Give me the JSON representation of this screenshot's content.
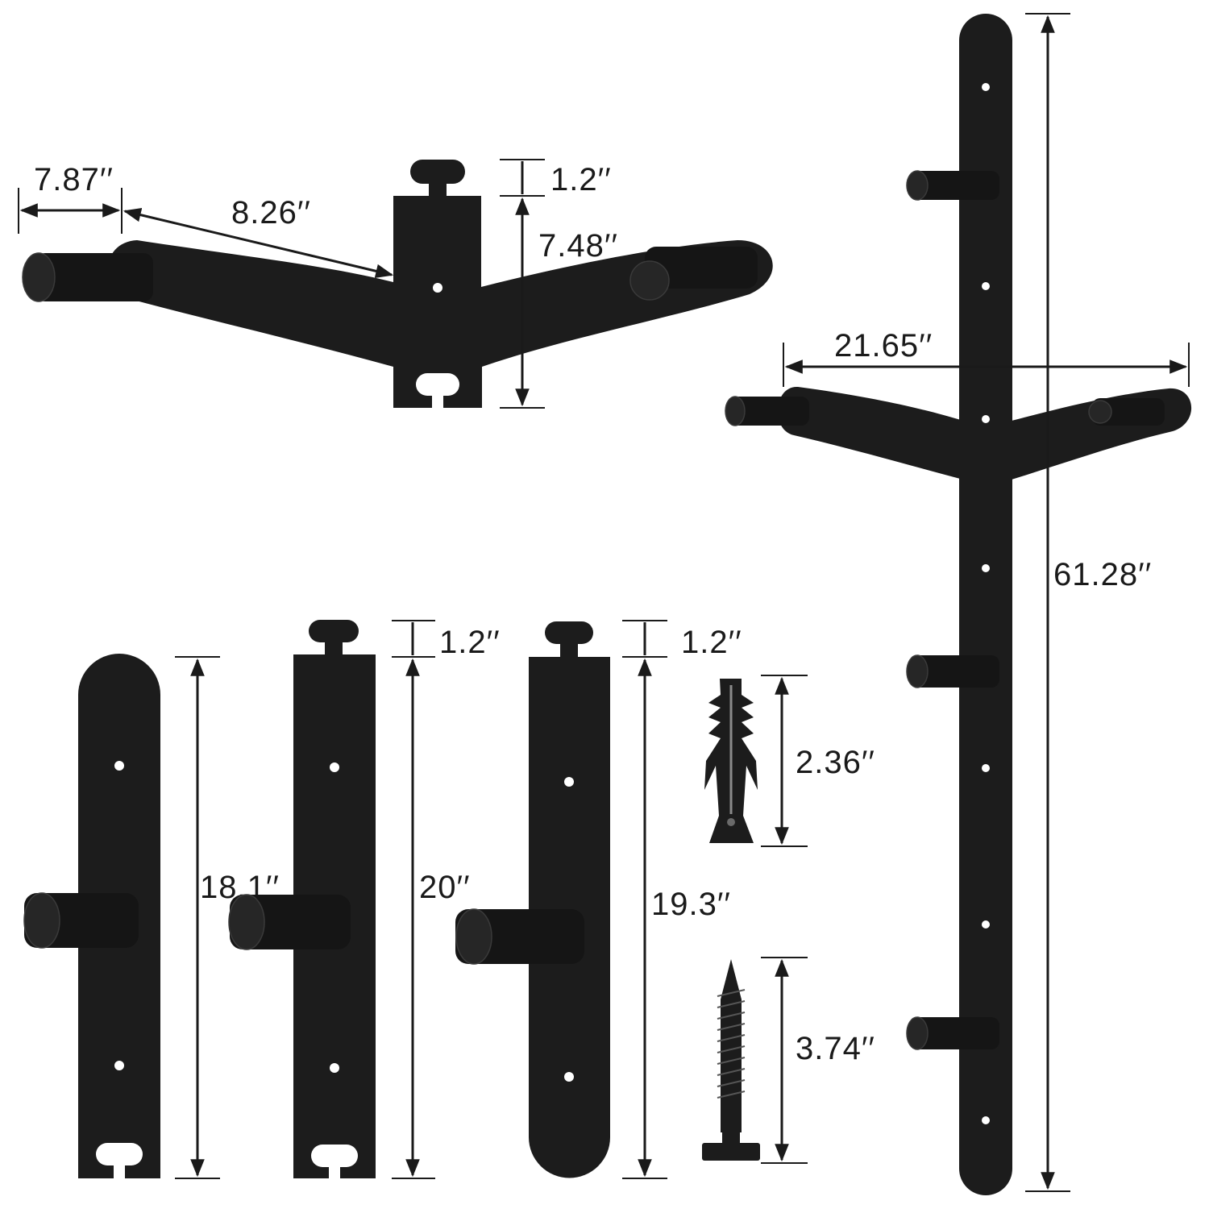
{
  "labels": {
    "arm_peg_length": "7.87′′",
    "arm_length": "8.26′′",
    "arm_tab_height": "1.2′′",
    "arm_height": "7.48′′",
    "total_width": "21.65′′",
    "total_height": "61.28′′",
    "top_section_height": "18.1′′",
    "middle_tab_height": "1.2′′",
    "middle_section_height": "20′′",
    "bottom_tab_height": "1.2′′",
    "bottom_section_height": "19.3′′",
    "anchor_length": "2.36′′",
    "screw_length": "3.74′′"
  },
  "colors": {
    "part": "#1c1c1c",
    "background": "#ffffff",
    "dimension_line": "#1a1a1a"
  }
}
